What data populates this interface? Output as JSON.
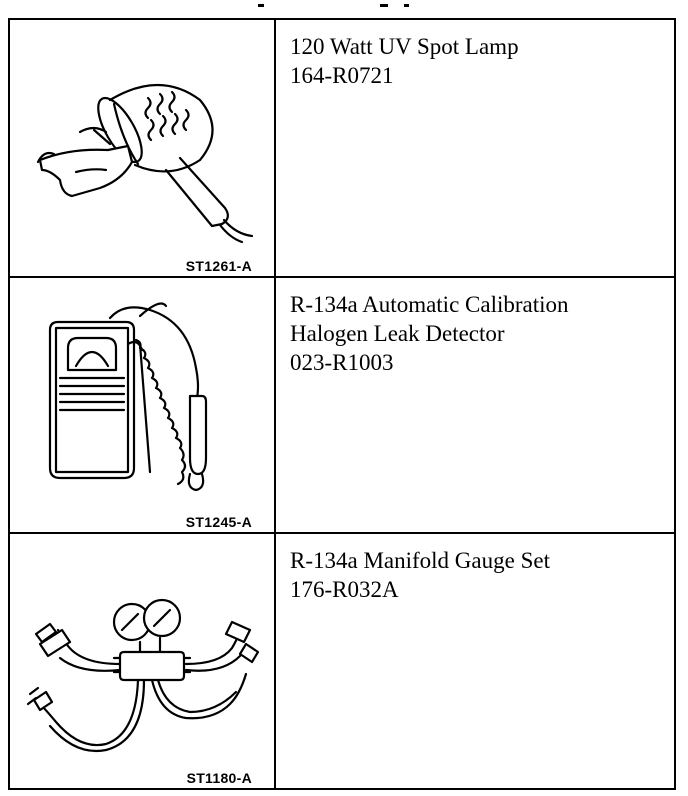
{
  "tools": [
    {
      "lines": [
        "120 Watt UV Spot Lamp",
        "164-R0721"
      ],
      "figure_code": "ST1261-A",
      "icon": "uv-spot-lamp-illustration"
    },
    {
      "lines": [
        "R-134a Automatic Calibration",
        "Halogen Leak Detector",
        "023-R1003"
      ],
      "figure_code": "ST1245-A",
      "icon": "leak-detector-illustration"
    },
    {
      "lines": [
        "R-134a Manifold Gauge Set",
        "176-R032A"
      ],
      "figure_code": "ST1180-A",
      "icon": "manifold-gauge-set-illustration"
    }
  ]
}
